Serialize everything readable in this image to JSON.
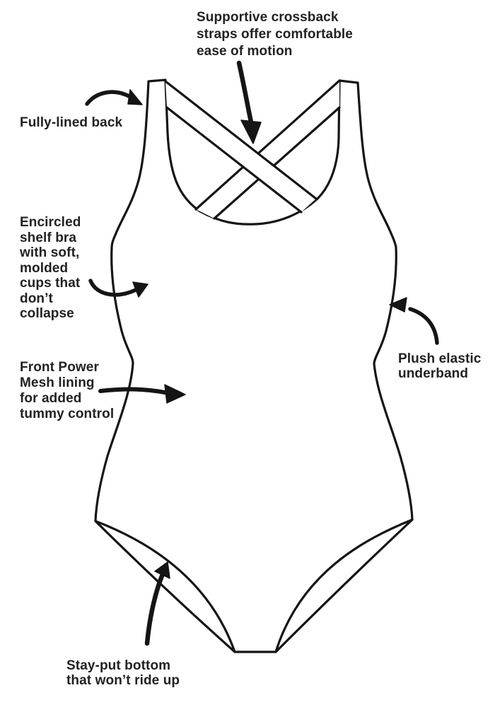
{
  "figure": {
    "subject": "One-piece swimsuit annotated line drawing",
    "background_color": "#ffffff",
    "ink_color": "#151515",
    "text_color": "#222222"
  },
  "callouts": {
    "crossback": {
      "text": "Supportive crossback straps offer comfortable ease of motion",
      "lines": [
        "Supportive crossback",
        "straps offer comfortable",
        "ease of motion"
      ]
    },
    "fully_lined_back": {
      "text": "Fully-lined back",
      "lines": [
        "Fully-lined back"
      ]
    },
    "shelf_bra": {
      "text": "Encircled shelf bra with soft, molded cups that don’t collapse",
      "lines": [
        "Encircled",
        "shelf bra",
        "with soft,",
        "molded",
        "cups that",
        "don’t",
        "collapse"
      ]
    },
    "power_mesh": {
      "text": "Front Power Mesh lining for added tummy control",
      "lines": [
        "Front Power",
        "Mesh lining",
        "for added",
        "tummy control"
      ]
    },
    "elastic_underband": {
      "text": "Plush elastic underband",
      "lines": [
        "Plush elastic",
        "underband"
      ]
    },
    "stay_put_bottom": {
      "text": "Stay-put bottom that won’t ride up",
      "lines": [
        "Stay-put bottom",
        "that won’t ride up"
      ]
    }
  }
}
